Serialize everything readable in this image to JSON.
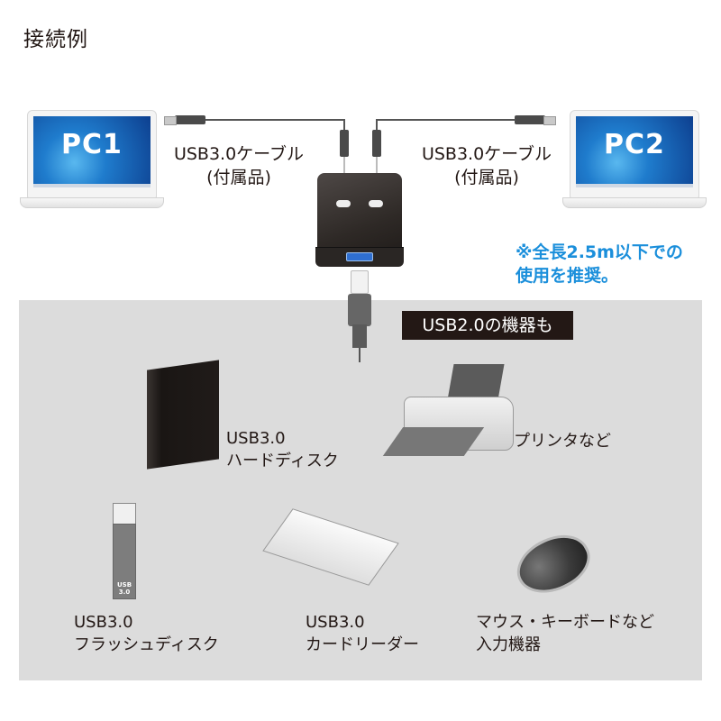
{
  "title": "接続例",
  "computers": [
    {
      "label": "PC1"
    },
    {
      "label": "PC2"
    }
  ],
  "cables": [
    {
      "line1": "USB3.0ケーブル",
      "line2": "(付属品)"
    },
    {
      "line1": "USB3.0ケーブル",
      "line2": "(付属品)"
    }
  ],
  "note": {
    "line1": "※全長2.5m以下での",
    "line2": "使用を推奨。",
    "color": "#1b8fdb"
  },
  "badge": "USB2.0の機器も",
  "devices": [
    {
      "line1": "USB3.0",
      "line2": "ハードディスク"
    },
    {
      "line1": "プリンタなど"
    },
    {
      "line1": "USB3.0",
      "line2": "フラッシュディスク",
      "stick_text1": "USB",
      "stick_text2": "3.0"
    },
    {
      "line1": "USB3.0",
      "line2": "カードリーダー"
    },
    {
      "line1": "マウス・キーボードなど",
      "line2": "入力機器"
    }
  ],
  "colors": {
    "panel_bg": "#dcdcdc",
    "text": "#231815",
    "badge_bg": "#231815"
  }
}
